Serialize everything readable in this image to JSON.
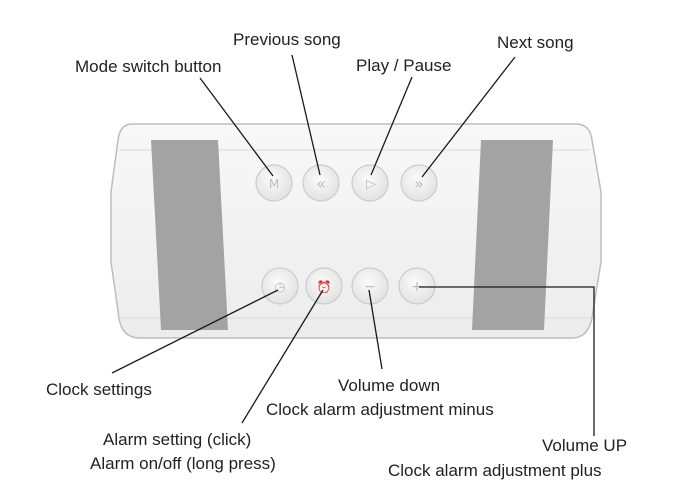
{
  "labels": {
    "mode_switch": "Mode switch button",
    "previous_song": "Previous song",
    "play_pause": "Play / Pause",
    "next_song": "Next song",
    "clock_settings": "Clock settings",
    "volume_down_line1": "Volume down",
    "volume_down_line2": "Clock alarm adjustment minus",
    "alarm_line1": "Alarm setting  (click)",
    "alarm_line2": "Alarm on/off (long press)",
    "volume_up_line1": "Volume UP",
    "volume_up_line2": "Clock alarm adjustment plus"
  },
  "button_glyphs": {
    "mode": "M",
    "previous": "«",
    "play": "▷",
    "next": "»",
    "clock": "◷",
    "alarm": "⏰",
    "minus": "−",
    "plus": "+"
  },
  "icons": {
    "mode": "mode-switch-icon",
    "previous": "previous-track-icon",
    "play": "play-pause-icon",
    "next": "next-track-icon",
    "clock": "clock-icon",
    "alarm": "alarm-icon",
    "minus": "minus-icon",
    "plus": "plus-icon"
  },
  "colors": {
    "device_body": "#f3f3f3",
    "speaker_grille": "#a3a3a3",
    "button_face": "#ececec",
    "leader_line": "#1a1a1a",
    "text": "#222222"
  }
}
